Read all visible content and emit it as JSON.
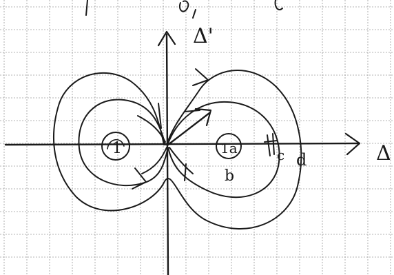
{
  "colors": {
    "paper": "#ffffff",
    "grid": "#9a9a9a",
    "ink": "#1a1a1a"
  },
  "labels": {
    "x_axis": "Δ",
    "y_axis": "Δ'",
    "left_center": "1",
    "center_right": "1a",
    "b": "b",
    "c": "c",
    "d": "d"
  }
}
